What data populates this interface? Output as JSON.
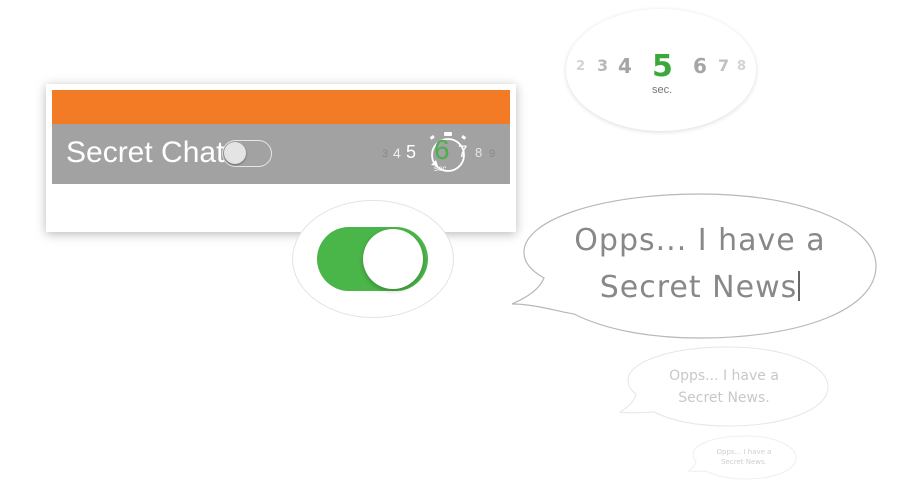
{
  "header": {
    "title": "Secret Chat",
    "accent_color": "#f47b26",
    "bar_color": "#a2a2a2"
  },
  "secret_toggle": {
    "state": "off",
    "icon": "toggle-off-icon"
  },
  "big_toggle": {
    "state": "on",
    "color": "#4ab548",
    "icon": "toggle-on-icon"
  },
  "mini_timer": {
    "numbers": [
      "3",
      "4",
      "5",
      "6",
      "7",
      "8",
      "9"
    ],
    "selected": "6",
    "unit": "sec.",
    "icon": "stopwatch-icon",
    "selected_color": "#4ab04a"
  },
  "timer_picker": {
    "numbers": [
      "2",
      "3",
      "4",
      "5",
      "6",
      "7",
      "8"
    ],
    "selected": "5",
    "unit": "sec.",
    "icon": "stopwatch-icon",
    "selected_color": "#3aa83a"
  },
  "speech_large": {
    "line1": "Opps... I have a",
    "line2": "Secret News"
  },
  "speech_medium": {
    "line1": "Opps... I have a",
    "line2": "Secret News."
  },
  "speech_small": {
    "line1": "Opps... I have a",
    "line2": "Secret News."
  }
}
